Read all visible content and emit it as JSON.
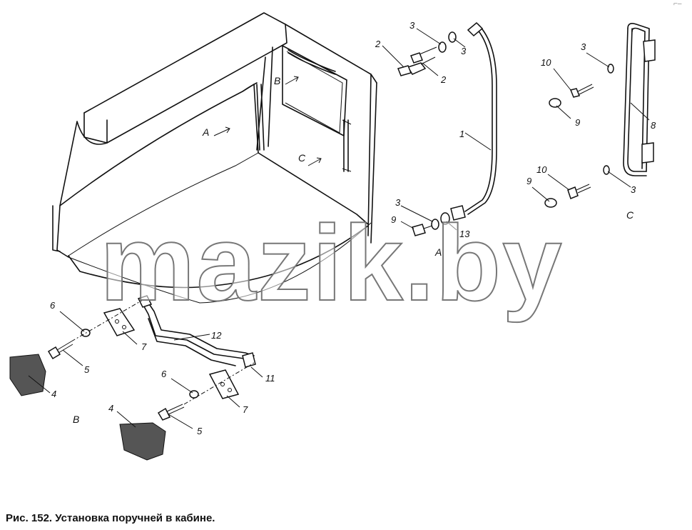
{
  "caption": "Рис. 152. Установка поручней в кабине.",
  "watermark": "mazik.by",
  "corner_mark": "⌐–",
  "view_labels": {
    "A": "A",
    "B": "B",
    "C": "C"
  },
  "callouts": [
    "1",
    "2",
    "2",
    "3",
    "3",
    "3",
    "3",
    "3",
    "4",
    "4",
    "5",
    "5",
    "6",
    "6",
    "7",
    "7",
    "8",
    "9",
    "9",
    "9",
    "10",
    "10",
    "11",
    "12",
    "13"
  ]
}
